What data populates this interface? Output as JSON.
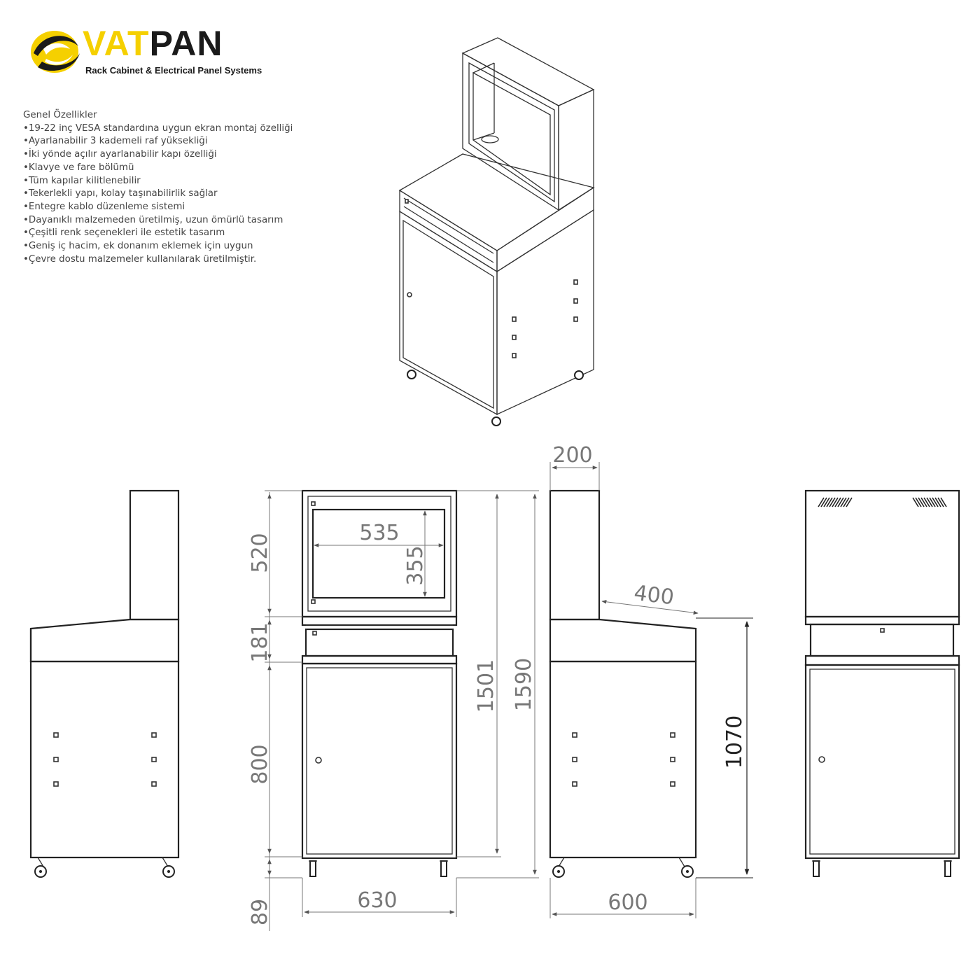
{
  "brand": {
    "name_part1": "VAT",
    "name_part2": "PAN",
    "tagline": "Rack Cabinet & Electrical Panel Systems",
    "colors": {
      "yellow": "#f5d000",
      "black": "#1a1a1a"
    }
  },
  "features": {
    "title": "Genel Özellikler",
    "items": [
      "19-22 inç VESA standardına uygun ekran montaj özelliği",
      "Ayarlanabilir 3 kademeli raf yüksekliği",
      "İki yönde açılır ayarlanabilir kapı özelliği",
      "Klavye ve fare bölümü",
      "Tüm kapılar kilitlenebilir",
      "Tekerlekli yapı, kolay taşınabilirlik sağlar",
      "Entegre kablo düzenleme sistemi",
      "Dayanıklı malzemeden üretilmiş, uzun ömürlü tasarım",
      "Çeşitli renk seçenekleri ile estetik tasarım",
      "Geniş iç hacim, ek donanım eklemek için uygun",
      "Çevre dostu malzemeler kullanılarak üretilmiştir."
    ]
  },
  "dimensions": {
    "monitor_section_height": "520",
    "keyboard_section_height": "181",
    "lower_cabinet_height": "800",
    "wheel_height": "89",
    "window_width": "535",
    "window_height": "355",
    "height_without_wheels": "1501",
    "total_height": "1590",
    "front_width": "630",
    "monitor_depth": "200",
    "desk_depth": "400",
    "side_width": "600",
    "desk_height": "1070"
  }
}
